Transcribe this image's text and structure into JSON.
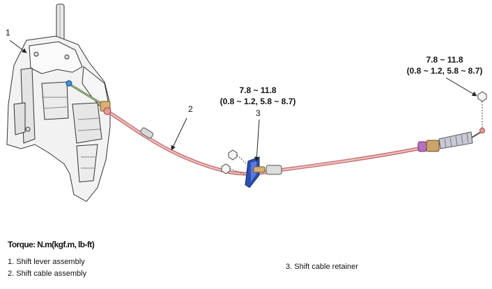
{
  "callouts": {
    "c1": "1",
    "c2": "2",
    "c3": "3"
  },
  "torque": {
    "retainer": {
      "line1": "7.8 ~ 11.8",
      "line2": "(0.8 ~ 1.2, 5.8 ~ 8.7)"
    },
    "cable_end": {
      "line1": "7.8 ~ 11.8",
      "line2": "(0.8 ~ 1.2, 5.8 ~ 8.7)"
    }
  },
  "legend": {
    "title": "Torque: N.m(kgf.m, lb-ft)",
    "items": [
      "1. Shift lever assembly",
      "2. Shift cable assembly",
      "3. Shift cable retainer"
    ]
  },
  "colors": {
    "line": "#222222",
    "cable": "#e7a9a9",
    "cable_edge": "#c06a6a",
    "retainer": "#2c4fb0",
    "boot": "#b96fc0",
    "connector": "#3a8fd8",
    "bracket": "#d8b070",
    "part_fill": "#f2f2f2"
  }
}
